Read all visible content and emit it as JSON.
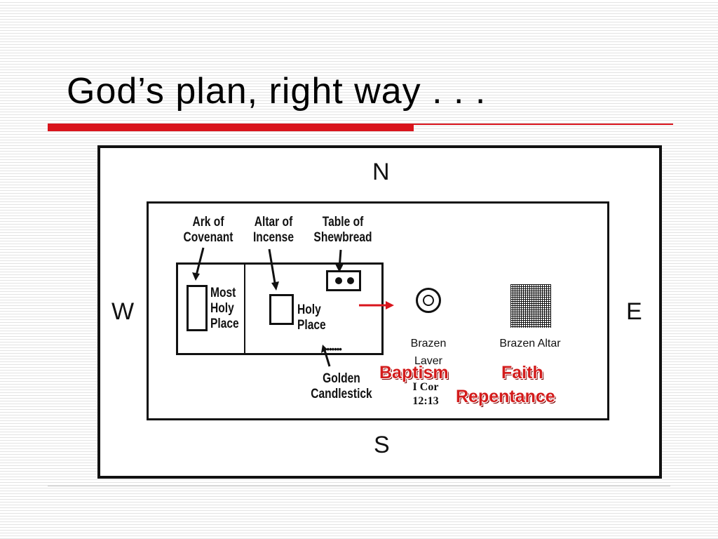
{
  "slide": {
    "title": "God’s plan, right way . . ."
  },
  "compass": {
    "north": "N",
    "south": "S",
    "east": "E",
    "west": "W"
  },
  "furniture": {
    "ark": "Ark of\nCovenant",
    "altar_incense": "Altar of\nIncense",
    "shewbread": "Table of\nShewbread",
    "most_holy": "Most\nHoly\nPlace",
    "holy_place": "Holy\nPlace",
    "candlestick": "Golden\nCandlestick",
    "candle_dots": "•••••••"
  },
  "court": {
    "brazen_laver": "Brazen\nLaver",
    "brazen_altar": "Brazen Altar",
    "reference": "I Cor\n12:13"
  },
  "steps": {
    "baptism": "Baptism",
    "faith": "Faith",
    "repentance": "Repentance"
  },
  "colors": {
    "accent_red": "#d9141c",
    "step_red": "#d31c1c",
    "line_black": "#111111"
  }
}
